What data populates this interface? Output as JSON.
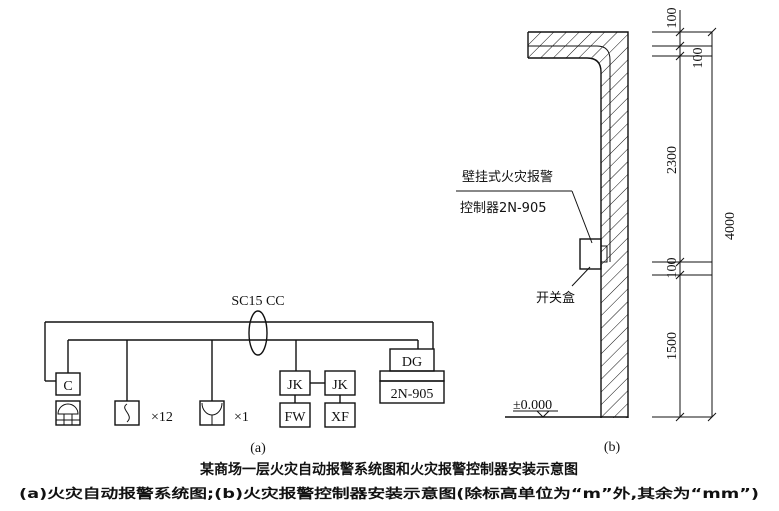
{
  "system_diagram": {
    "cable_label": "SC15  CC",
    "device_c": "C",
    "count_smoke": "×12",
    "count_heat": "×1",
    "jk_left": "JK",
    "jk_right": "JK",
    "fw": "FW",
    "xf": "XF",
    "dg": "DG",
    "controller": "2N-905",
    "sub_label": "(a)"
  },
  "install_diagram": {
    "callout_line1": "壁挂式火灾报警",
    "callout_line2": "控制器2N-905",
    "switch_box": "开关盒",
    "ground_level": "±0.000",
    "dim_100_top": "100",
    "dim_100_upper": "100",
    "dim_2300": "2300",
    "dim_100_mid": "100",
    "dim_1500": "1500",
    "dim_4000": "4000",
    "sub_label": "(b)"
  },
  "caption": {
    "title": "某商场一层火灾自动报警系统图和火灾报警控制器安装示意图",
    "subtitle": "(a)火灾自动报警系统图;(b)火灾报警控制器安装示意图(除标高单位为“m”外,其余为“mm”)"
  }
}
